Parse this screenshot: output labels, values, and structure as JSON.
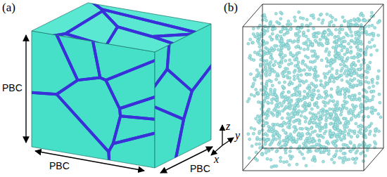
{
  "diagram": {
    "labels": [
      "(a)",
      "(b)",
      "PBC",
      "PBC",
      "PBC",
      "z",
      "y",
      "x"
    ]
  }
}
